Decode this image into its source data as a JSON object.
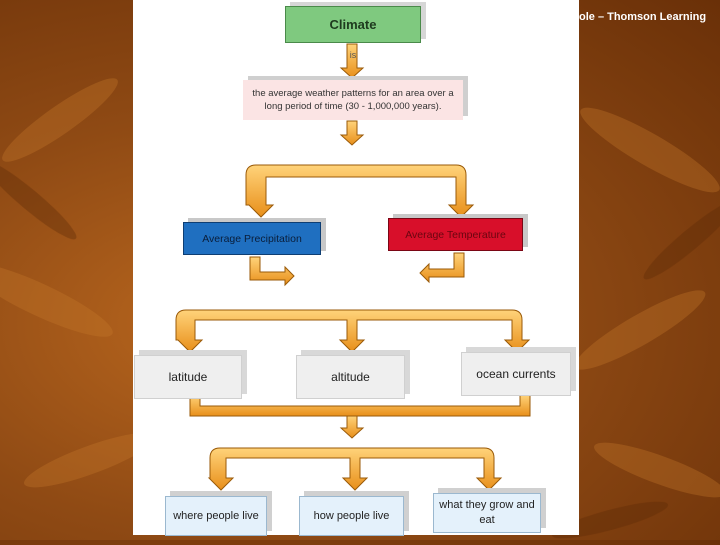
{
  "credit": "ole – Thomson Learning",
  "diagram": {
    "root": "Climate",
    "connector": "is",
    "definition": "the average weather patterns for an area over a long period of time (30 - 1,000,000 years).",
    "measures": [
      "Average Precipitation",
      "Average Temperature"
    ],
    "factors": [
      "latitude",
      "altitude",
      "ocean currents"
    ],
    "effects": [
      "where people live",
      "how people live",
      "what they grow and eat"
    ]
  },
  "colors": {
    "arrow": "#f1a02b",
    "arrow_outline": "#9a5a08",
    "root_box": "#7fc97f",
    "precipitation_box": "#1f6fc0",
    "temperature_box": "#d80f2a",
    "definition_box": "#fbe4e4",
    "effect_box": "#e4f1fb"
  }
}
